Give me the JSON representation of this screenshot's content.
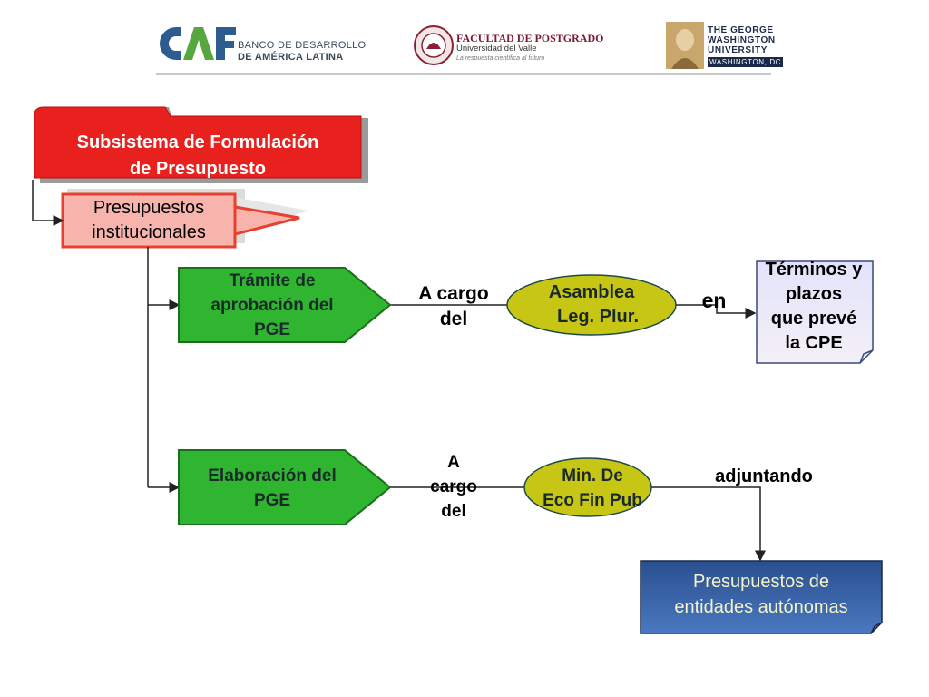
{
  "logos": {
    "caf": {
      "mark": "CAF",
      "line1": "BANCO DE DESARROLLO",
      "line2": "DE AMÉRICA LATINA"
    },
    "univalle": {
      "title": "FACULTAD DE POSTGRADO",
      "subtitle": "Universidad del Valle",
      "tagline": "La respuesta científica al futuro"
    },
    "gwu": {
      "line1": "THE GEORGE",
      "line2": "WASHINGTON",
      "line3": "UNIVERSITY",
      "line4": "WASHINGTON, DC"
    }
  },
  "diagram": {
    "subsystem": {
      "line1": "Subsistema de Formulación",
      "line2": "de Presupuesto"
    },
    "institutional": {
      "line1": "Presupuestos",
      "line2": "institucionales"
    },
    "tramite": {
      "line1": "Trámite de",
      "line2": "aprobación del",
      "line3": "PGE"
    },
    "elaboracion": {
      "line1": "Elaboración del",
      "line2": "PGE"
    },
    "cargo_top": {
      "line1": "A cargo",
      "line2": "del"
    },
    "cargo_bottom": {
      "line1": "A",
      "line2": "cargo",
      "line3": "del"
    },
    "asamblea": {
      "line1": "Asamblea",
      "line2": "Leg. Plur."
    },
    "ministerio": {
      "line1": "Min. De",
      "line2": "Eco Fin Pub"
    },
    "en": "en",
    "adjuntando": "adjuntando",
    "terminos": {
      "line1": "Términos y",
      "line2": "plazos",
      "line3": "que prevé",
      "line4": "la CPE"
    },
    "autonomas": {
      "line1": "Presupuestos de",
      "line2": "entidades autónomas"
    }
  },
  "colors": {
    "red_box": "#e8201e",
    "salmon_box": "#f6b4ad",
    "green_box": "#2fb52f",
    "ellipse": "#c8c614",
    "lavender_note": "#d8d8f4",
    "blue_box": "#3a65ad",
    "connector": "#222222"
  }
}
